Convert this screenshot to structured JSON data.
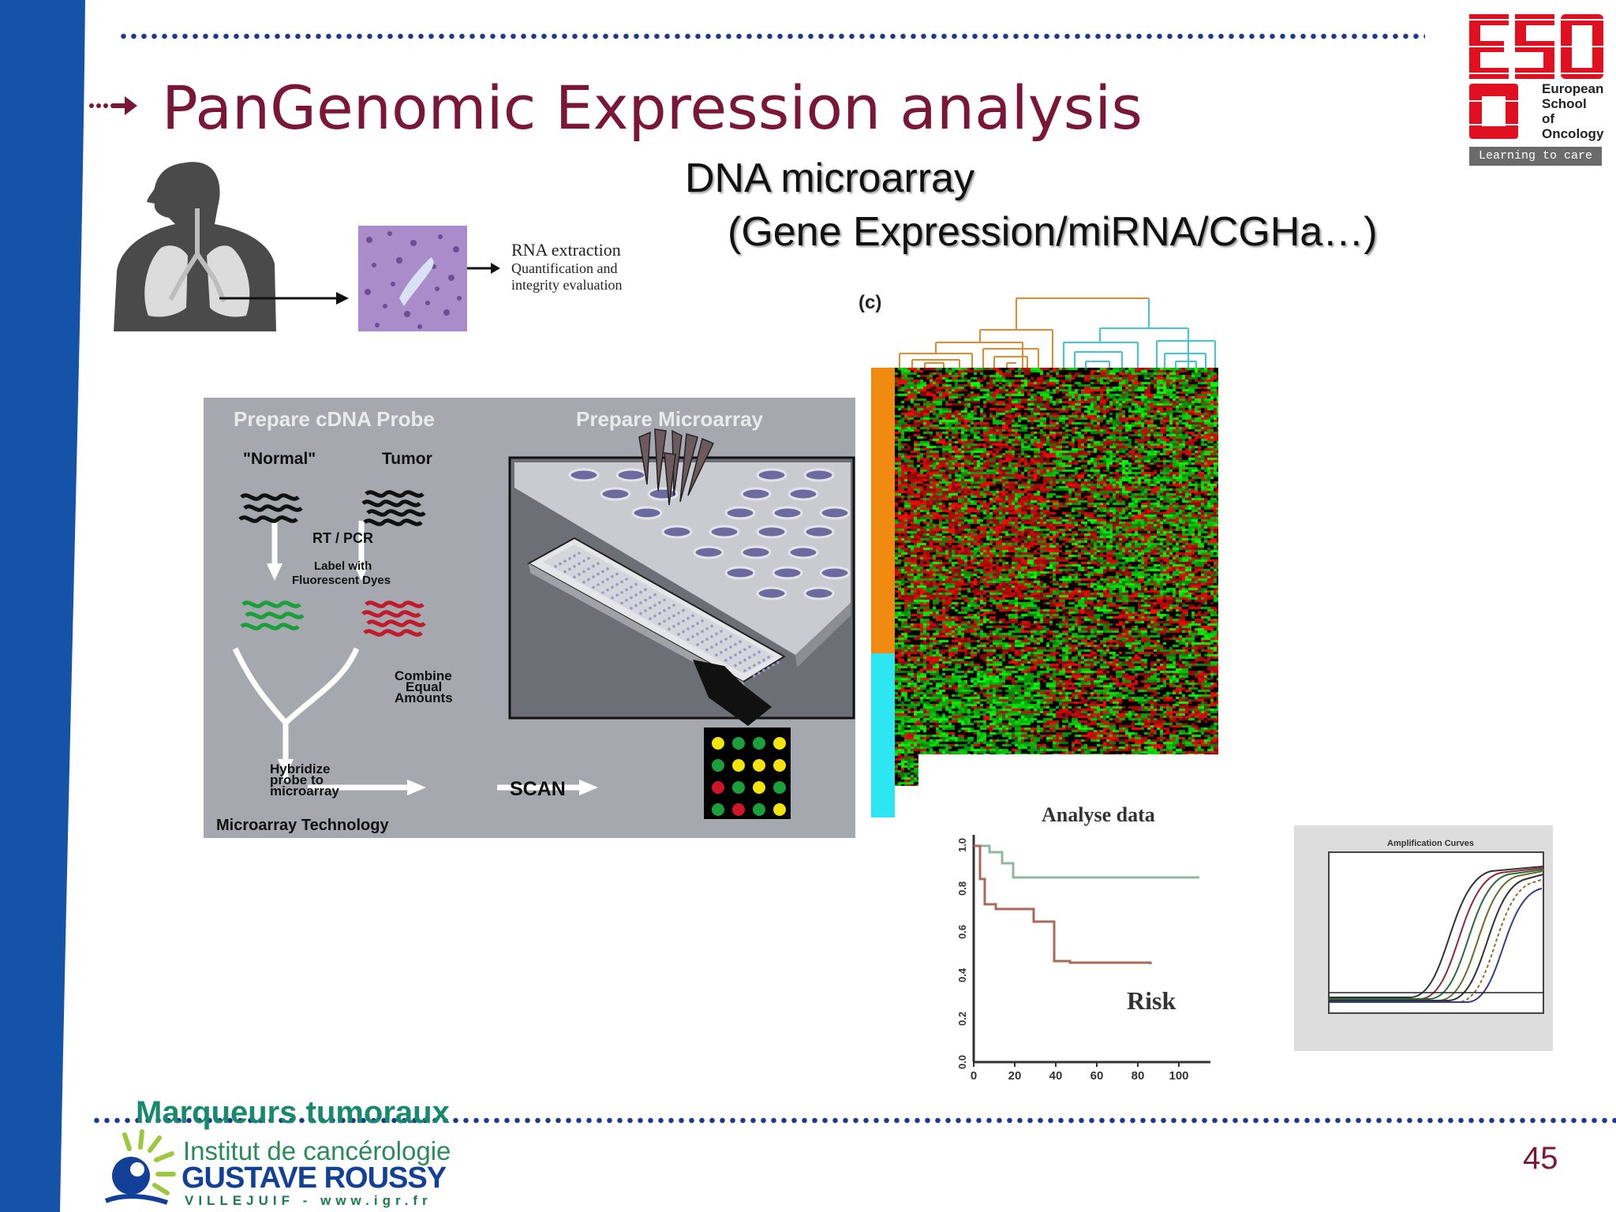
{
  "title": "PanGenomic Expression analysis",
  "dna_title": "DNA microarray",
  "dna_subtitle": "(Gene Expression/miRNA/CGHa…)",
  "rna": {
    "line1": "RNA extraction",
    "line2": "Quantification and",
    "line3": "integrity evaluation"
  },
  "panel": {
    "cdna_header": "Prepare cDNA Probe",
    "microarray_header": "Prepare Microarray",
    "normal": "\"Normal\"",
    "tumor": "Tumor",
    "rtpcr": "RT / PCR",
    "label_with": "Label with",
    "fluor": "Fluorescent Dyes",
    "combine1": "Combine",
    "combine2": "Equal",
    "combine3": "Amounts",
    "hyb1": "Hybridize",
    "hyb2": "probe to",
    "hyb3": "microarray",
    "scan": "SCAN",
    "caption": "Microarray Technology"
  },
  "heatmap_label": "(c)",
  "km": {
    "title": "Analyse data",
    "risk": "Risk",
    "x_ticks": [
      "0",
      "20",
      "40",
      "60",
      "80",
      "100"
    ],
    "y_ticks": [
      "0.0",
      "0.2",
      "0.4",
      "0.6",
      "0.8",
      "1.0"
    ]
  },
  "qpcr_title": "Amplification Curves",
  "eso": {
    "line1": "European",
    "line2": "School",
    "line3": "of",
    "line4": "Oncology",
    "tagline": "Learning to care"
  },
  "footer": {
    "marqueurs": "Marqueurs tumoraux",
    "institut": "Institut de cancérologie",
    "gustave": "GUSTAVE ROUSSY",
    "villejuif": "VILLEJUIF - www.igr.fr",
    "page_number": "45"
  },
  "colors": {
    "sidebar": "#1553a8",
    "title": "#7a1636",
    "eso_red": "#e01020",
    "dots": "#1d3a8f",
    "footer_green": "#178a6e",
    "gr_blue": "#123f98"
  }
}
